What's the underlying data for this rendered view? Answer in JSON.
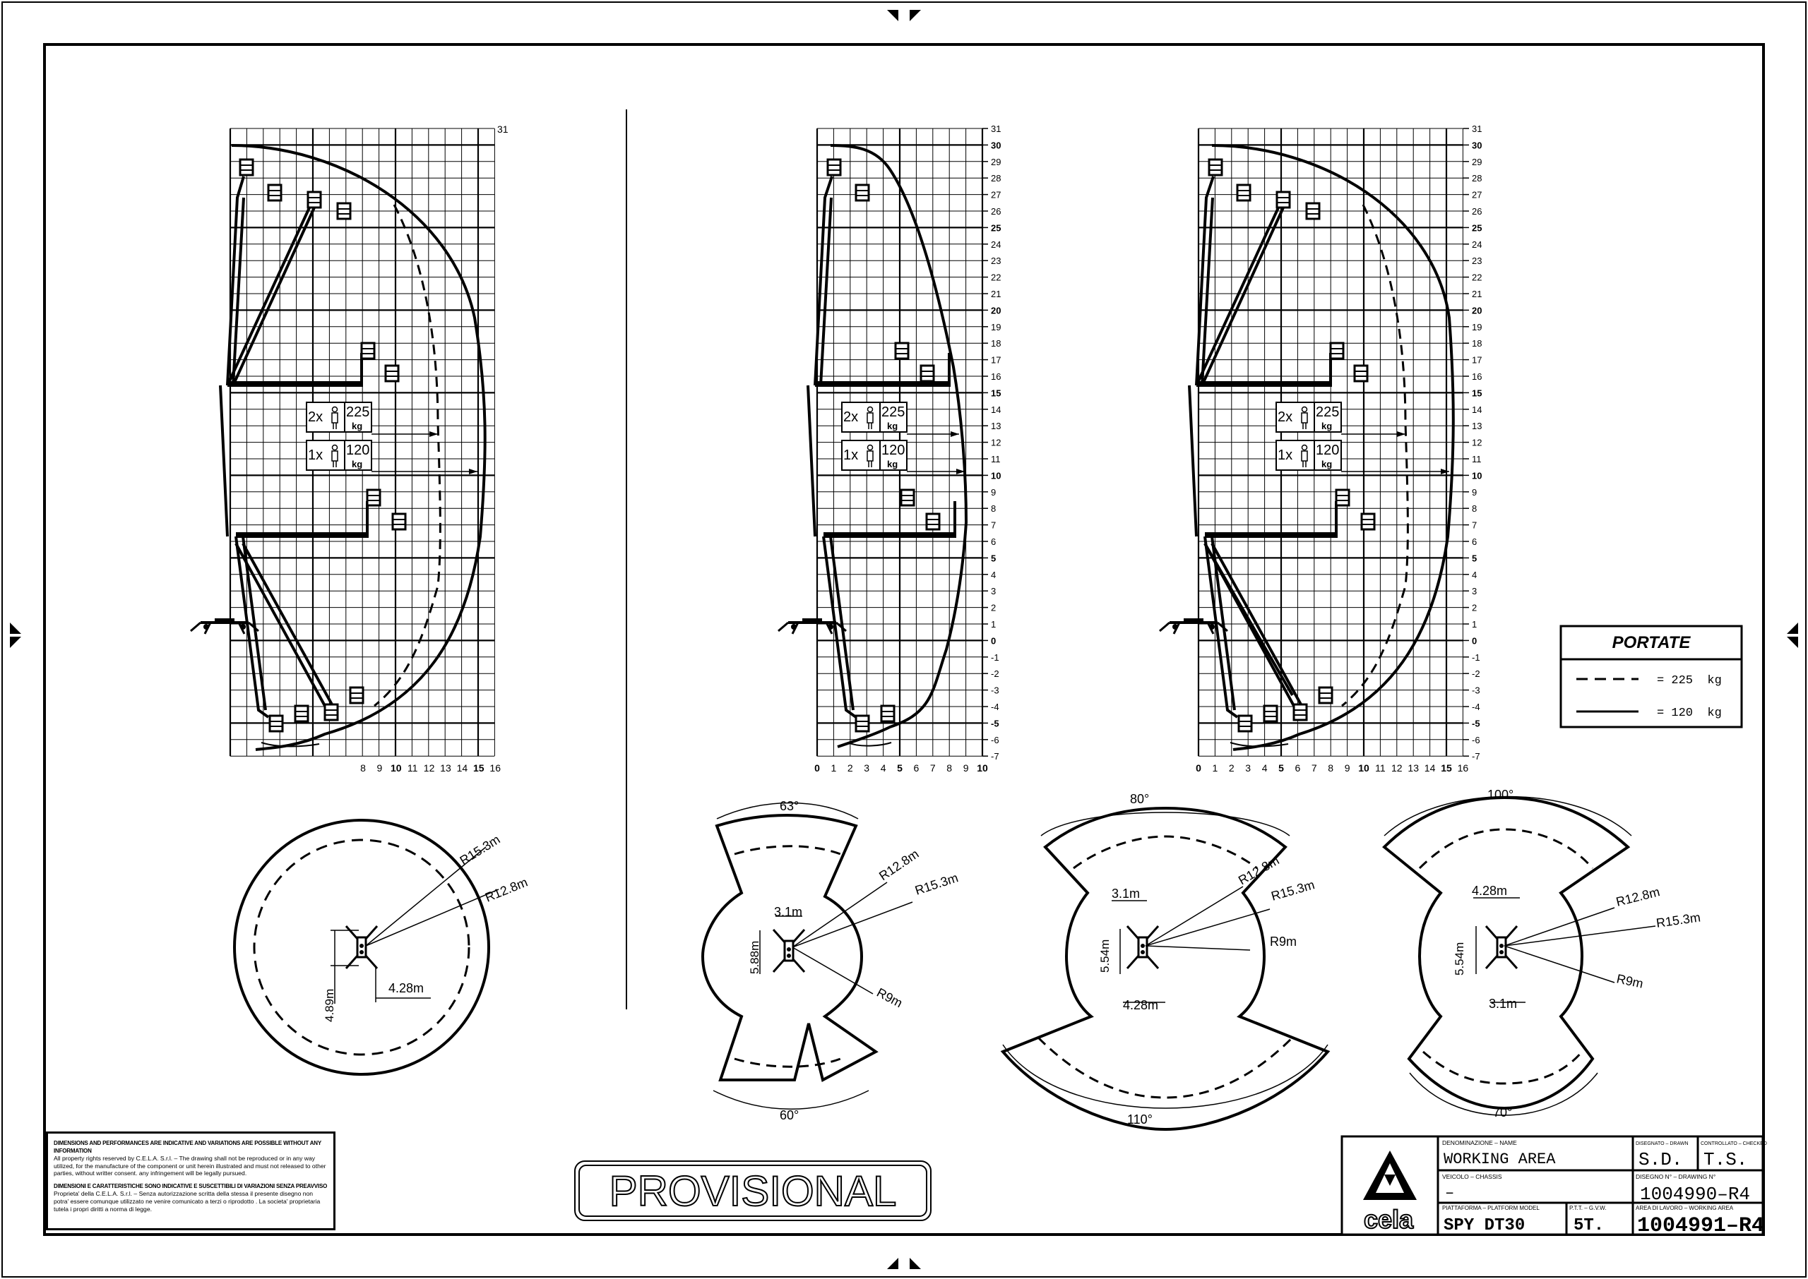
{
  "disclaimer": {
    "en_heading": "DIMENSIONS AND PERFORMANCES ARE INDICATIVE AND VARIATIONS ARE POSSIBLE WITHOUT ANY INFORMATION",
    "en_body": "All property rights reserved by C.E.L.A. S.r.l. – The drawing shall not be reproduced or in any way utilized, for the manufacture of the component or unit herein illustrated and must not released to other parties, without writter consent. any infringement will be legally pursued.",
    "it_heading": "DIMENSIONI E CARATTERISTICHE SONO INDICATIVE E SUSCETTIBILI DI VARIAZIONI SENZA PREAVVISO",
    "it_body": "Proprieta' della C.E.L.A. S.r.l. – Senza autorizzazione scritta della stessa il presente disegno non potra' essere comunque utilizzato ne venire comunicato a terzi o riprodotto . La societa' proprietaria tutela i propri diritti a norma di legge."
  },
  "stamp": "PROVISIONAL",
  "legend": {
    "title": "PORTATE",
    "dashed": "= 225  kg",
    "solid": "= 120  kg"
  },
  "load_boxes": {
    "two": {
      "count": "2x",
      "value": "225",
      "unit": "kg"
    },
    "one": {
      "count": "1x",
      "value": "120",
      "unit": "kg"
    }
  },
  "grid": {
    "top_label_left": "31",
    "y_labels": [
      "31",
      "30",
      "29",
      "28",
      "27",
      "26",
      "25",
      "24",
      "23",
      "22",
      "21",
      "20",
      "19",
      "18",
      "17",
      "16",
      "15",
      "14",
      "13",
      "12",
      "11",
      "10",
      "9",
      "8",
      "7",
      "6",
      "5",
      "4",
      "3",
      "2",
      "1",
      "0",
      "-1",
      "-2",
      "-3",
      "-4",
      "-5",
      "-6",
      "-7"
    ],
    "x_labels_left": [
      "8",
      "9",
      "10",
      "11",
      "12",
      "13",
      "14",
      "15",
      "16"
    ],
    "x_labels_mid": [
      "0",
      "1",
      "2",
      "3",
      "4",
      "5",
      "6",
      "7",
      "8",
      "9",
      "10"
    ],
    "x_labels_right": [
      "0",
      "1",
      "2",
      "3",
      "4",
      "5",
      "6",
      "7",
      "8",
      "9",
      "10",
      "11",
      "12",
      "13",
      "14",
      "15",
      "16"
    ]
  },
  "plan_views": {
    "full": {
      "r_outer": "R15.3m",
      "r_inner": "R12.8m",
      "dim_v": "4.89m",
      "dim_h": "4.28m"
    },
    "v1": {
      "angle_top": "63°",
      "angle_bottom": "60°",
      "r1": "R12.8m",
      "r2": "R15.3m",
      "r3": "R9m",
      "dim_top": "3.1m",
      "dim_v": "5.88m"
    },
    "v2": {
      "angle_top": "80°",
      "angle_bottom": "110°",
      "r1": "R12.8m",
      "r2": "R15.3m",
      "r3": "R9m",
      "dim_top": "3.1m",
      "dim_v": "5.54m",
      "dim_bottom": "4.28m"
    },
    "v3": {
      "angle_top": "100°",
      "angle_bottom": "70°",
      "r1": "R12.8m",
      "r2": "R15.3m",
      "r3": "R9m",
      "dim_top": "4.28m",
      "dim_v": "5.54m",
      "dim_bottom": "3.1m"
    }
  },
  "title_block": {
    "logo": "cela",
    "name_label": "DENOMINAZIONE – NAME",
    "name": "WORKING AREA",
    "drawn_label": "DISEGNATO – DRAWN",
    "drawn": "S.D.",
    "checked_label": "CONTROLLATO – CHECKED",
    "checked": "T.S.",
    "chassis_label": "VEICOLO – CHASSIS",
    "chassis": "–",
    "drawing_no_label": "DISEGNO N° – DRAWING N°",
    "drawing_no": "1004990–R4",
    "model_label": "PIATTAFORMA – PLATFORM MODEL",
    "model": "SPY DT30",
    "gvw_label": "P.T.T. – G.V.W.",
    "gvw": "5T.",
    "area_label": "AREA DI LAVORO – WORKING AREA",
    "area_no": "1004991–R4"
  }
}
